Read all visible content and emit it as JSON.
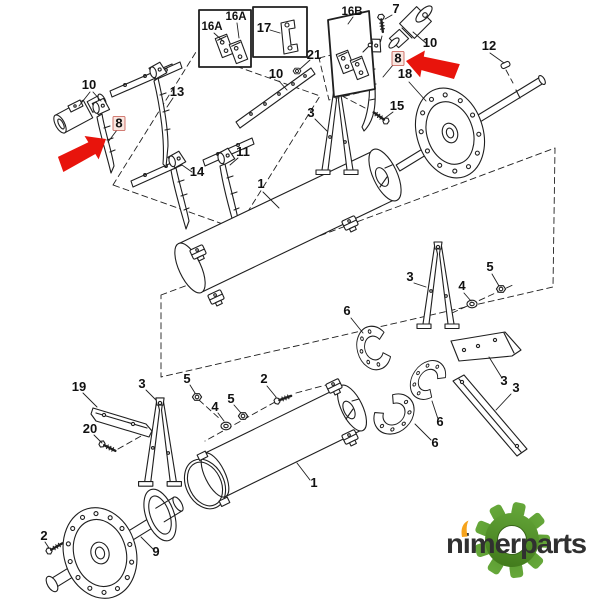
{
  "drawing": {
    "background": "#ffffff",
    "line_color": "#1f1f1f"
  },
  "highlight": {
    "arrow_color": "#e8140c",
    "label_color": "#c01414",
    "label_box_fill": "#f9e6e0",
    "label_box_border": "#c4564c"
  },
  "logo": {
    "text": "nimerparts",
    "text_color": "#303030",
    "gear_color_light": "#66a83a",
    "gear_color_dark": "#3c7317",
    "gear_outline": "#38641a",
    "accent_color": "#f6a31c"
  },
  "labels": {
    "l16a_1": "16A",
    "l16a_2": "16A",
    "l17": "17",
    "l16b": "16B",
    "l7": "7",
    "l10_top": "10",
    "l12": "12",
    "l21": "21",
    "l8_right": "8",
    "l18": "18",
    "l15": "15",
    "l3_upper": "3",
    "l10_center": "10",
    "l10_left": "10",
    "l8_left": "8",
    "l13": "13",
    "l14": "14",
    "l11": "11",
    "l1_upper": "1",
    "l3_right": "3",
    "l4_right": "4",
    "l5_right": "5",
    "l6_a": "6",
    "l6_b": "6",
    "l6_c": "6",
    "l3_gusset": "3",
    "l3_brace": "3",
    "l19": "19",
    "l20": "20",
    "l3_lower": "3",
    "l5_lower_a": "5",
    "l4_lower": "4",
    "l5_lower_b": "5",
    "l2_mid": "2",
    "l2_left": "2",
    "l9": "9",
    "l1_lower": "1"
  }
}
